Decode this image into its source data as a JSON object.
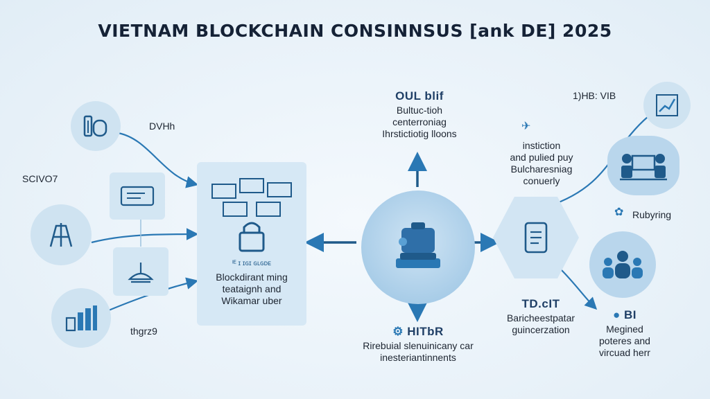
{
  "title": "VIETNAM BLOCKCHAIN CONSINNSUS [ank DE] 2025",
  "labels": {
    "dvhh": "DVHh",
    "scivo7": "SCIVO7",
    "thgrzig": "thgrz9",
    "top_right": "1)HB: VIB",
    "rubyring": "Rubyring"
  },
  "panel": {
    "line1": "Blockdirant ming",
    "line2": "teataignh and",
    "line3": "Wikamar uber",
    "small": "ᴵᴱ ɪ ɪɢɪ ɢʟɢᴅᴇ"
  },
  "top_block": {
    "heading": "OUL blif",
    "line1": "Bultuc-tioh",
    "line2": "centerroniag",
    "line3": "Ihrstictiotig lloons"
  },
  "bottom_block": {
    "heading": "HITbR",
    "line1": "Rirebuial slenuinicany car",
    "line2": "inesteriantinnents"
  },
  "right_mid_block": {
    "line1": "instiction",
    "line2": "and pulied puy",
    "line3": "Bulcharesniag",
    "line4": "conuerly"
  },
  "lower_right_block": {
    "heading": "TD.cIT",
    "line1": "Baricheestpatar",
    "line2": "guincerzation"
  },
  "far_right_block": {
    "heading": "BI",
    "line1": "Megined",
    "line2": "poteres and",
    "line3": "vircuad herr"
  },
  "colors": {
    "accent": "#2a78b4",
    "dark_blue": "#1f5a8a",
    "node_fill": "#cfe3f1",
    "background": "#eaf3fa"
  }
}
